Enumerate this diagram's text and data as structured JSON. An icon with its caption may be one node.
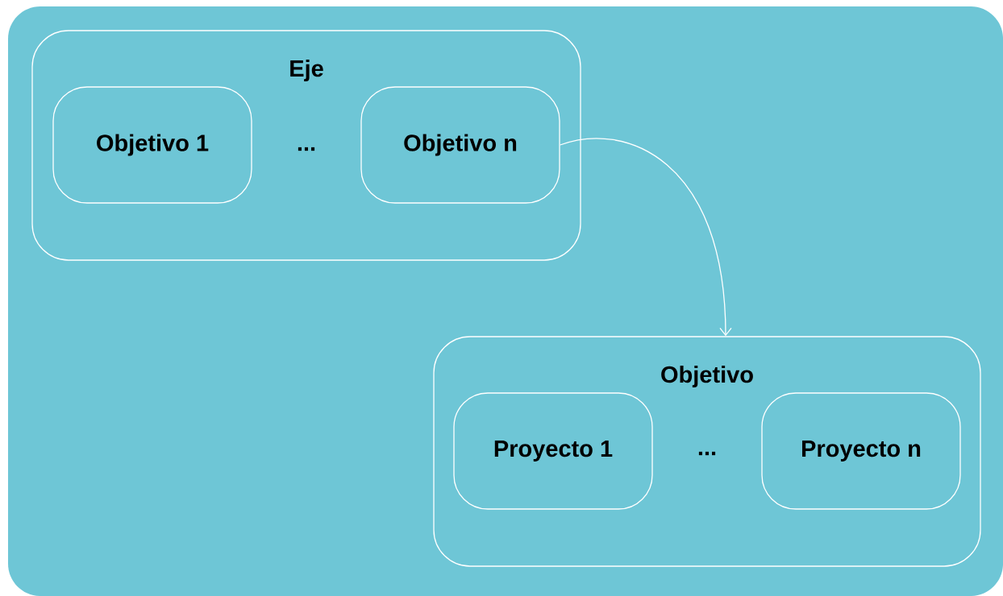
{
  "diagram": {
    "nodes": [
      {
        "text": [
          "Eje"
        ]
      },
      {
        "text": [
          "Objetivo 1"
        ],
        "in": 0
      },
      {
        "text": [
          "Objetivo n"
        ],
        "in": 0
      },
      {
        "text": [
          "Objetivo"
        ]
      },
      {
        "text": [
          "Proyecto 1"
        ],
        "in": 3
      },
      {
        "text": [
          "Proyecto n"
        ],
        "in": 3
      }
    ],
    "edges": [
      {
        "from": 2,
        "to": 3,
        "arrow": "to"
      }
    ],
    "labels": [
      "...",
      "..."
    ]
  }
}
